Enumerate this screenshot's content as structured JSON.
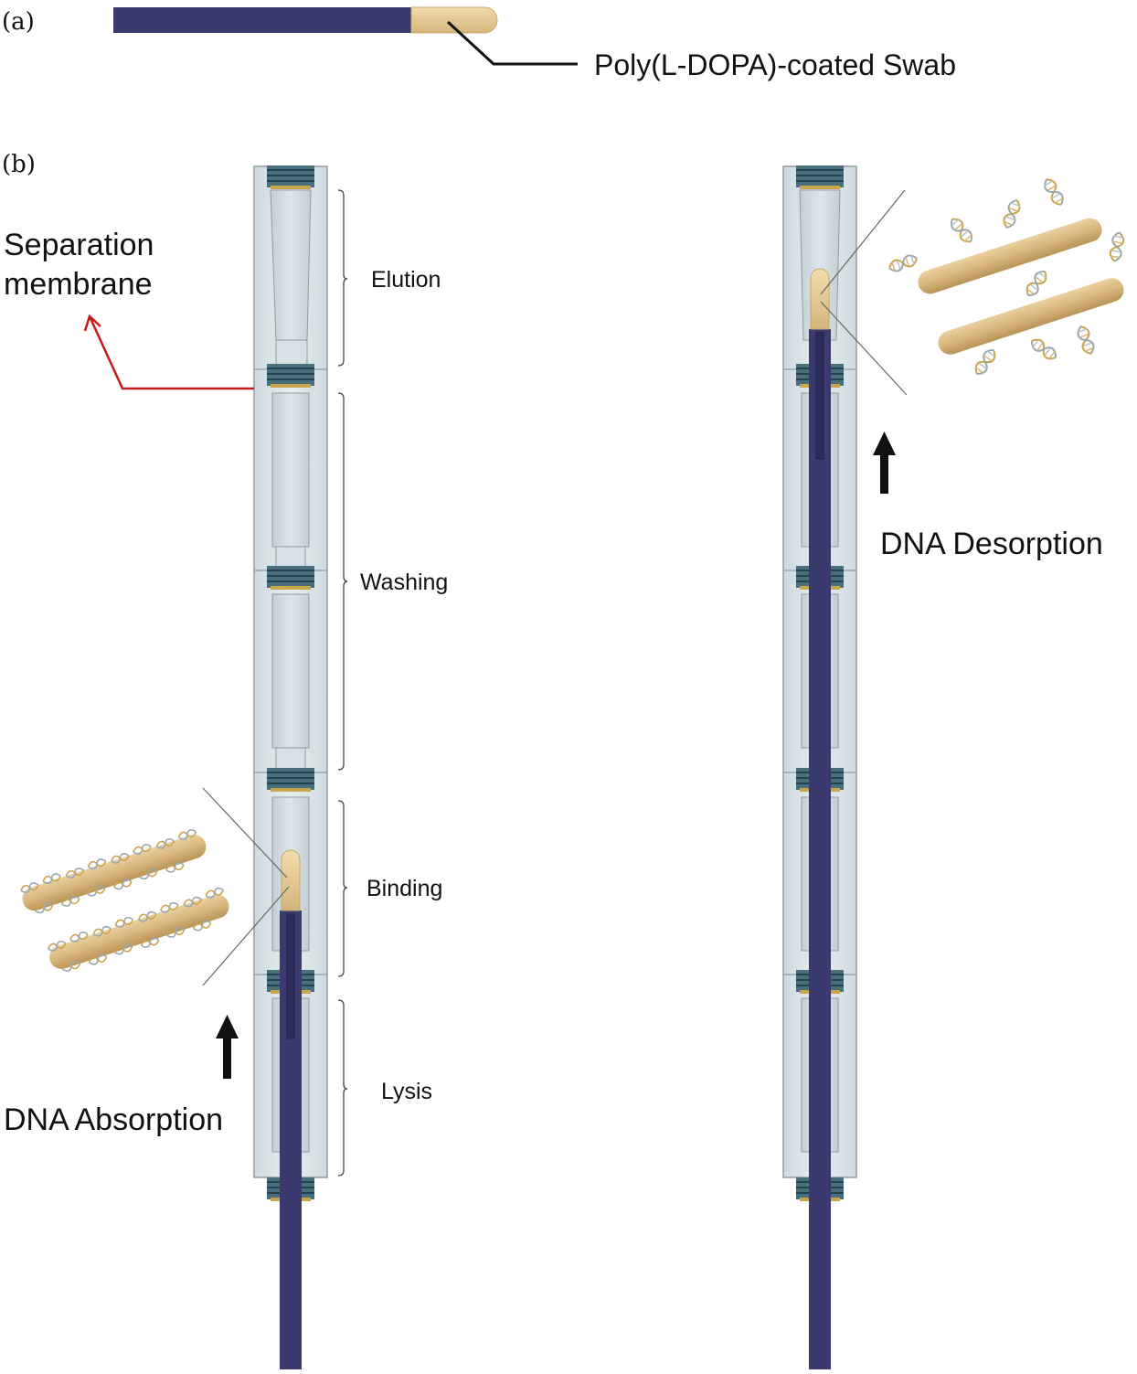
{
  "panel_a": {
    "label": "(a)",
    "swab_label": "Poly(L-DOPA)-coated Swab"
  },
  "panel_b": {
    "label": "(b)",
    "membrane_label_line1": "Separation",
    "membrane_label_line2": "membrane",
    "stages": {
      "elution": "Elution",
      "washing": "Washing",
      "binding": "Binding",
      "lysis": "Lysis"
    },
    "absorption_label": "DNA Absorption",
    "desorption_label": "DNA Desorption"
  },
  "colors": {
    "shaft": "#3a3a6e",
    "swab_tip": "#e2c48e",
    "tube_body": "#dfe7ea",
    "tube_inner": "#cdd8dd",
    "tube_outline": "#8f9ea5",
    "thread": "#355a68",
    "oring": "#c9a54c",
    "membrane_arrow": "#c21a1a"
  },
  "icons": {
    "dna": "dna-helix-icon",
    "arrow": "arrow-up-icon"
  }
}
